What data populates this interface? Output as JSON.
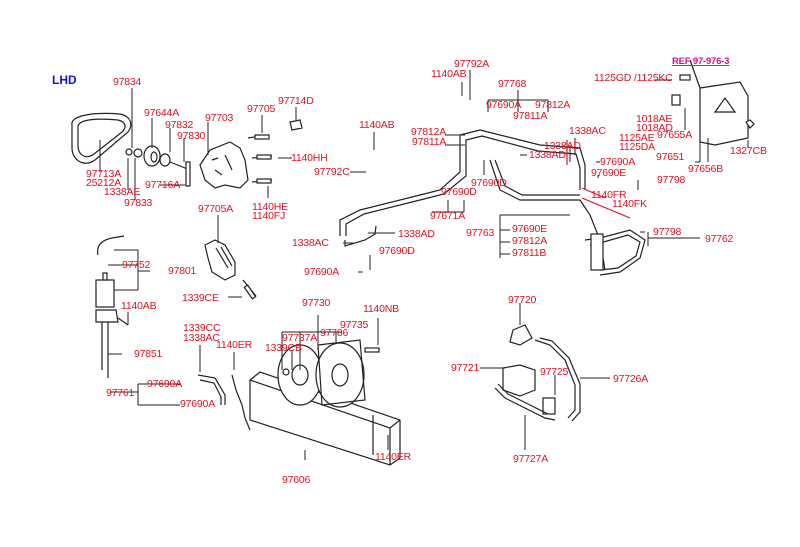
{
  "diagram": {
    "title_tag": "LHD",
    "reference": "REF  97-976-3",
    "colors": {
      "label": "#e8101e",
      "ref": "#e0108c",
      "tag": "#1414d8",
      "line": "#222222"
    },
    "labels": {
      "p97834": "97834",
      "p97644A": "97644A",
      "p97832": "97832",
      "p97830": "97830",
      "p97703": "97703",
      "p97705": "97705",
      "p97714D": "97714D",
      "p1140HH": "1140HH",
      "p1140HE": "1140HE",
      "p1140FJ": "1140FJ",
      "p97713A": "97713A",
      "p25212A": "25212A",
      "p1338AE": "1338AE",
      "p97833": "97833",
      "p97716A": "97716A",
      "p97705A": "97705A",
      "p97752": "97752",
      "p97801": "97801",
      "p1339CE": "1339CE",
      "p1140AB_a": "1140AB",
      "p97851": "97851",
      "p1339CC": "1339CC",
      "p1338AC_a": "1338AC",
      "p1140ER_a": "1140ER",
      "p97761": "97761",
      "p97690A_a": "97690A",
      "p97690A_b": "97690A",
      "p97606": "97606",
      "p1140ER_b": "1140ER",
      "p97730": "97730",
      "p1140NB": "1140NB",
      "p97737A": "97737A",
      "p97735": "97735",
      "p97786": "97786",
      "p1339CB": "1339CB",
      "p1140AB_b": "1140AB",
      "p97792C": "97792C",
      "p1140AB_c": "1140AB",
      "p97792A": "97792A",
      "p97768": "97768",
      "p97690A_c": "97690A",
      "p97812A_a": "97812A",
      "p97811A_a": "97811A",
      "p97812A_b": "97812A",
      "p97811A_b": "97811A",
      "p97690D_a": "97690D",
      "p97690D_b": "97690D",
      "p97671A": "97671A",
      "p1338AC_b": "1338AC",
      "p1338AD_a": "1338AD",
      "p97690A_d": "97690A",
      "p97690D_c": "97690D",
      "p1338AD_b": "1338AD",
      "p1338AD_c": "1338AD",
      "p1338AC_c": "1338AC",
      "p97763": "97763",
      "p97690E_a": "97690E",
      "p97812A_c": "97812A",
      "p97811B": "97811B",
      "p1140FR": "1140FR",
      "p1140FK": "1140FK",
      "p97798_a": "97798",
      "p97762": "97762",
      "p97690A_e": "97690A",
      "p97690E_b": "97690E",
      "p97798_b": "97798",
      "p1125GD": "1125GD /1125KC",
      "p1018AE": "1018AE",
      "p1018AD": "1018AD",
      "p1125AE": "1125AE",
      "p1125DA": "1125DA",
      "p97655A": "97655A",
      "p97651": "97651",
      "p97656B": "97656B",
      "p1327CB": "1327CB",
      "p97720": "97720",
      "p97721": "97721",
      "p97725": "97725",
      "p97726A": "97726A",
      "p97727A": "97727A"
    }
  }
}
